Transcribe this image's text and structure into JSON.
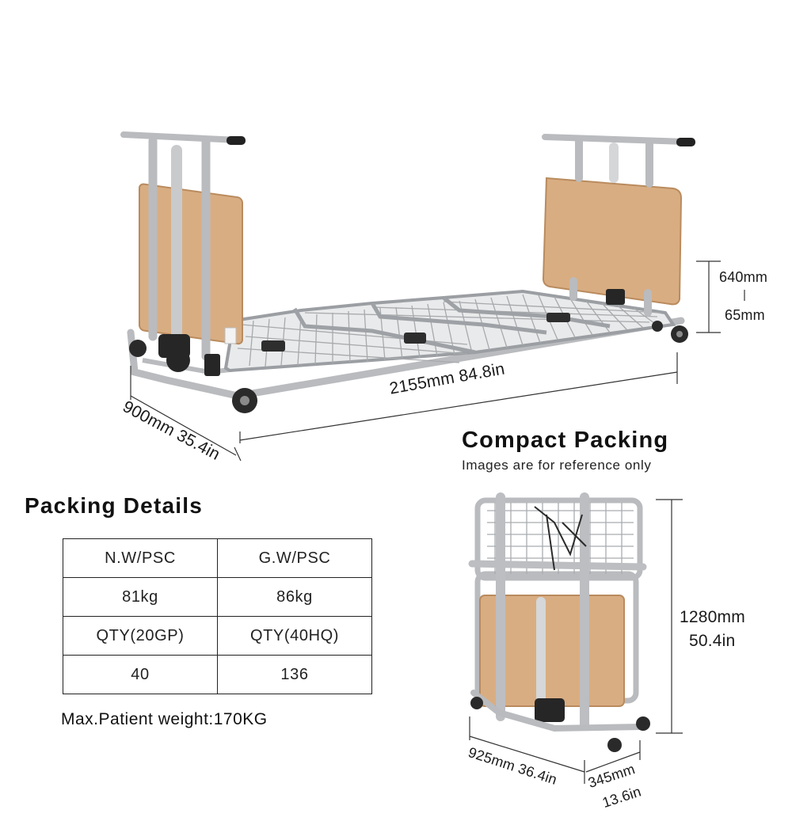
{
  "bed_dimensions": {
    "length": "2155mm 84.8in",
    "width": "900mm 35.4in",
    "height_max": "640mm",
    "height_min": "65mm"
  },
  "compact": {
    "title": "Compact Packing",
    "note": "Images are for reference only",
    "height_mm": "1280mm",
    "height_in": "50.4in",
    "width": "925mm 36.4in",
    "depth_mm": "345mm",
    "depth_in": "13.6in"
  },
  "packing": {
    "title": "Packing Details",
    "table": [
      [
        "N.W/PSC",
        "G.W/PSC"
      ],
      [
        "81kg",
        "86kg"
      ],
      [
        "QTY(20GP)",
        "QTY(40HQ)"
      ],
      [
        "40",
        "136"
      ]
    ],
    "max_weight": "Max.Patient weight:170KG"
  },
  "colors": {
    "frame": "#b9bbbe",
    "frame_dark": "#8d9094",
    "wood": "#d9ad82",
    "wood_edge": "#b98b5e",
    "motor": "#262626"
  }
}
